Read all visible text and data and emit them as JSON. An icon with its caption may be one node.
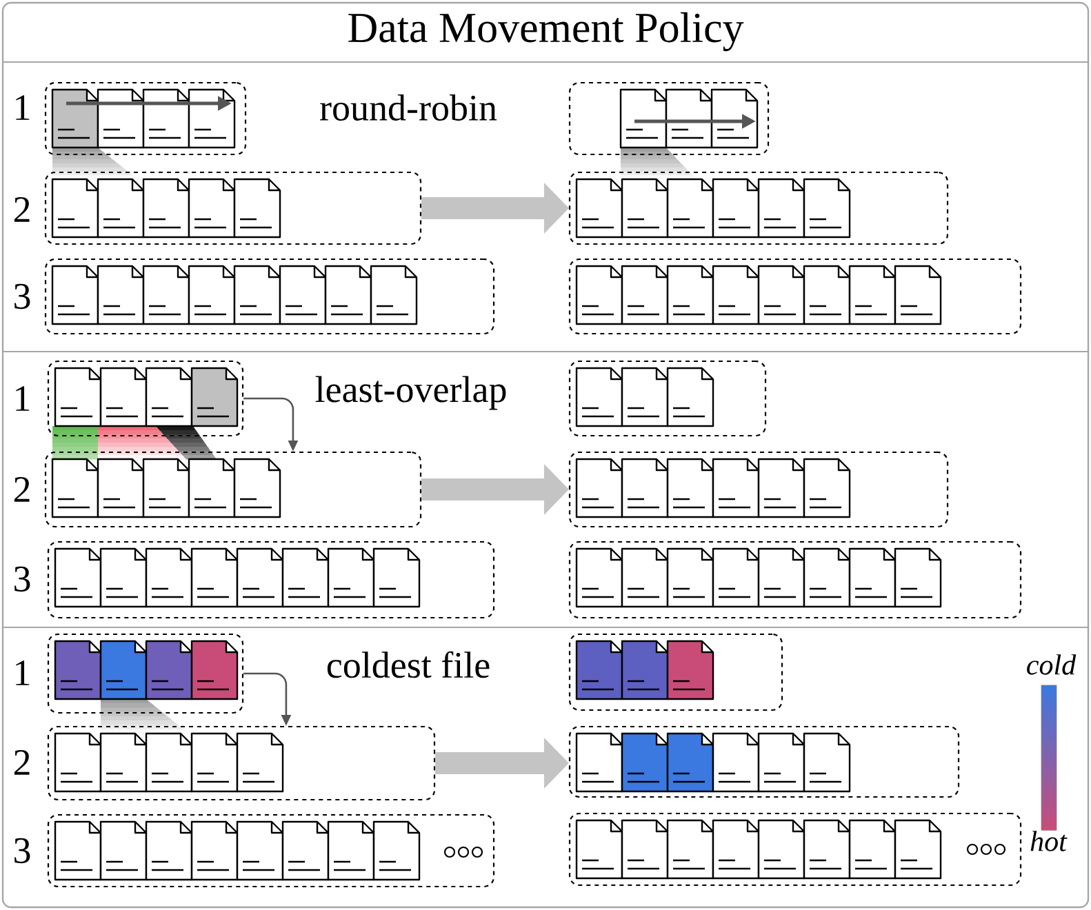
{
  "diagram": {
    "title": "Data Movement Policy",
    "nodes": [
      {
        "text": [],
        "shape": "box"
      },
      {
        "text": [],
        "shape": "box"
      },
      {
        "text": [],
        "shape": "box"
      },
      {
        "text": [],
        "shape": "box"
      },
      {
        "text": [],
        "shape": "box"
      },
      {
        "text": [],
        "shape": "box"
      },
      {
        "text": [],
        "shape": "box"
      },
      {
        "text": [],
        "shape": "box"
      },
      {
        "text": [],
        "shape": "box"
      },
      {
        "text": [],
        "shape": "box"
      },
      {
        "text": [],
        "shape": "box"
      },
      {
        "text": [],
        "shape": "box"
      },
      {
        "text": [],
        "shape": "box"
      },
      {
        "text": [],
        "shape": "box"
      },
      {
        "text": [],
        "shape": "box"
      },
      {
        "text": [],
        "shape": "box"
      },
      {
        "text": [],
        "shape": "box"
      },
      {
        "text": [],
        "shape": "box"
      }
    ],
    "edges": [
      {
        "from": 2,
        "to": 3,
        "arrow": "to"
      },
      {
        "from": 6,
        "to": 8,
        "arrow": "to",
        "color": "#555555"
      },
      {
        "from": 8,
        "to": 9,
        "arrow": "to"
      },
      {
        "from": 12,
        "to": 14,
        "arrow": "to",
        "color": "#555555"
      },
      {
        "from": 14,
        "to": 15,
        "arrow": "to"
      }
    ],
    "labels": [
      "1",
      "round-robin",
      "2",
      "3",
      "1",
      "least-overlap",
      "2",
      "3",
      "1",
      "coldest file",
      "cold",
      "2",
      "3",
      "hot"
    ]
  }
}
